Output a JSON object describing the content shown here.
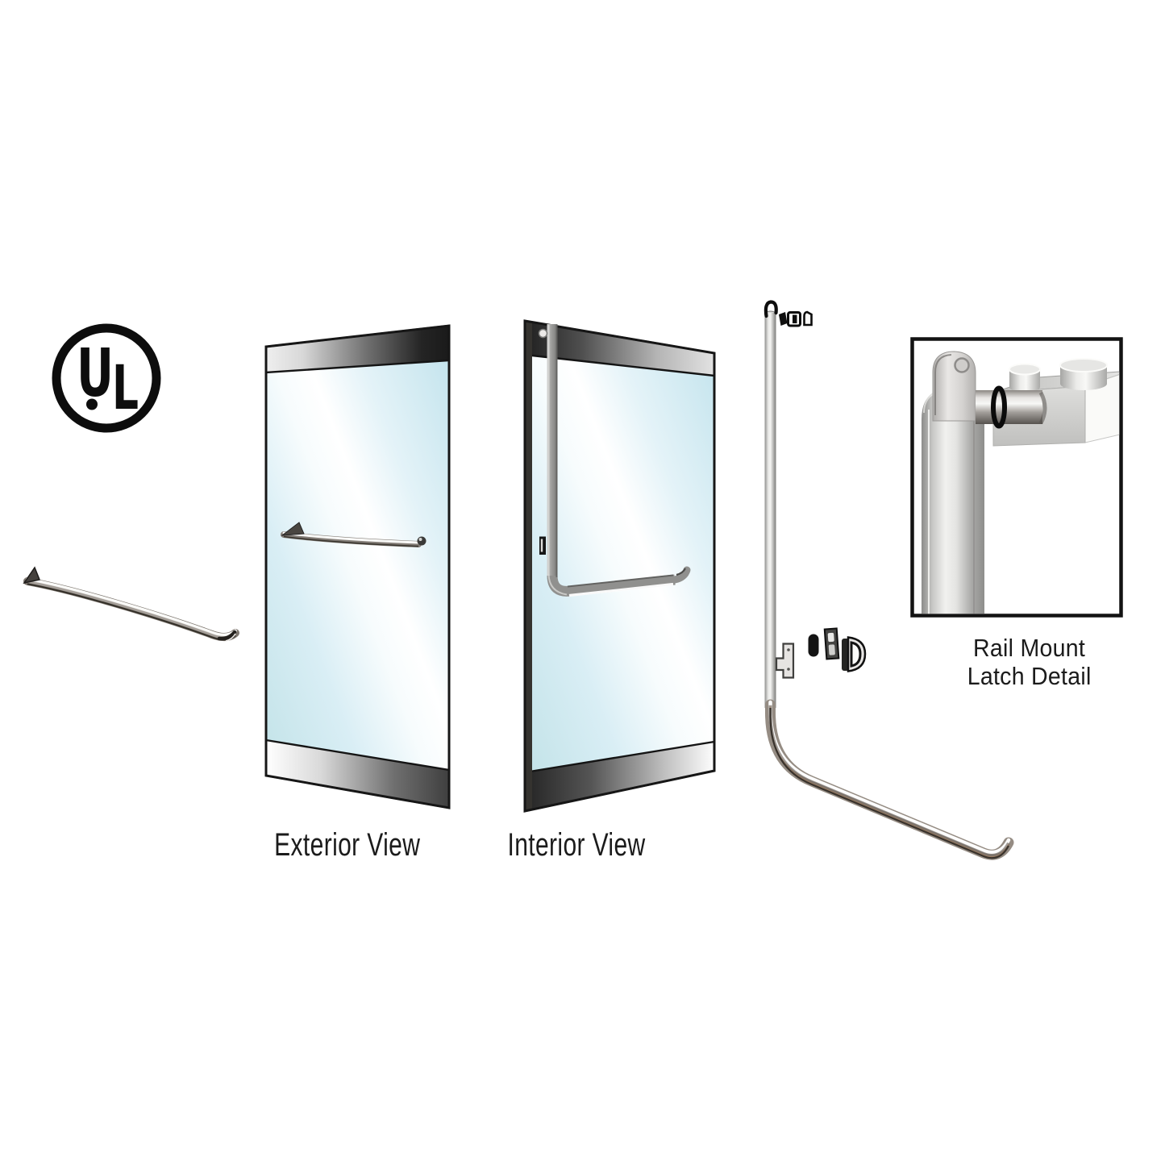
{
  "figure": {
    "kind": "glass-door panic-handle hardware illustration",
    "background_color": "#ffffff"
  },
  "ul_mark": {
    "letter_u": "U",
    "letter_l": "L"
  },
  "captions": {
    "exterior": "Exterior View",
    "interior": "Interior View",
    "detail_line1": "Rail Mount",
    "detail_line2": "Latch Detail"
  },
  "colors": {
    "outline_black": "#141414",
    "glass_blue_edge": "#c0e2ec",
    "glass_highlight": "#ffffff",
    "band_dark": "#1d1d1d",
    "band_light": "#efefef",
    "chrome_light": "#f6f6f4",
    "chrome_mid": "#9a9a98",
    "chrome_dark": "#4e4a46",
    "copper_hint": "#a8815f",
    "text": "#1b1b1b"
  }
}
